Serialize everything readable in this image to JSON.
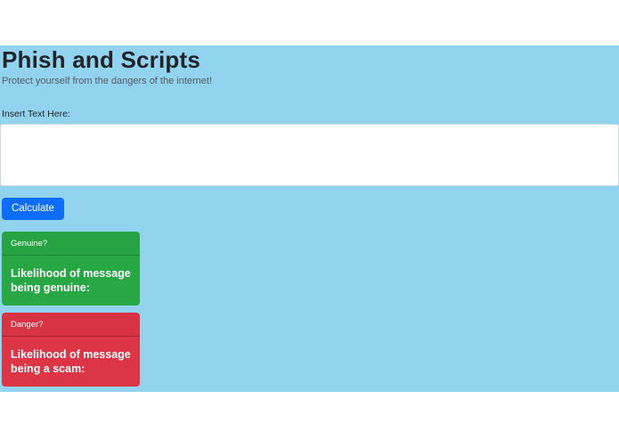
{
  "page": {
    "title": "Phish and Scripts",
    "subtitle": "Protect yourself from the dangers of the internet!"
  },
  "form": {
    "label": "Insert Text Here:",
    "textarea_value": "",
    "textarea_placeholder": "",
    "button_label": "Calculate"
  },
  "results": {
    "genuine": {
      "header": "Genuine?",
      "body": "Likelihood of message being genuine:"
    },
    "scam": {
      "header": "Danger?",
      "body": "Likelihood of message being a scam:"
    }
  },
  "colors": {
    "background": "#92d3f0",
    "primary": "#0d6efd",
    "success": "#28a745",
    "danger": "#dc3545",
    "title_text": "#212529",
    "subtitle_text": "#545b62",
    "card_text": "#ffffff"
  }
}
